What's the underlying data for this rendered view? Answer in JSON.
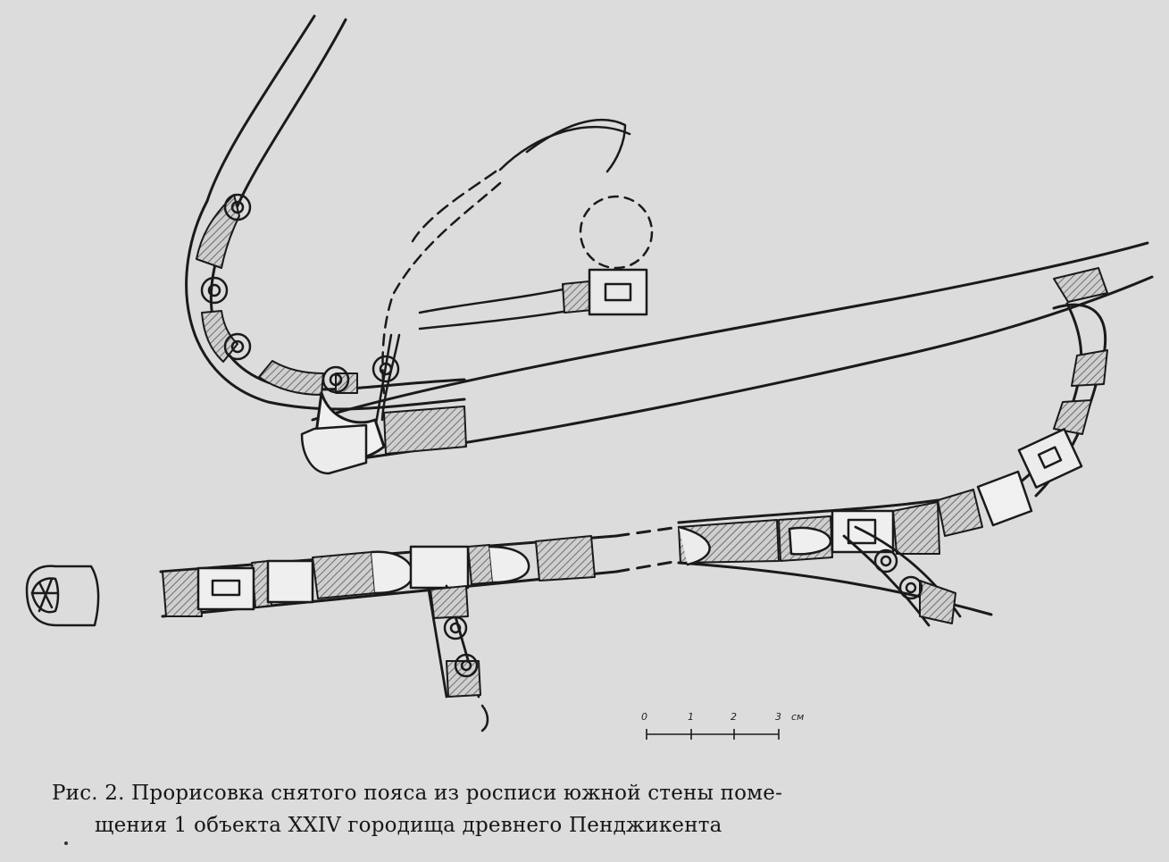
{
  "scale_bar": {
    "ticks": [
      "0",
      "1",
      "2",
      "3"
    ],
    "unit": "см"
  },
  "caption": {
    "line1": "Рис. 2. Прорисовка снятого пояса из росписи южной стены поме-",
    "line2": "щения 1 объекта XXIV городища древнего Пенджикента"
  }
}
